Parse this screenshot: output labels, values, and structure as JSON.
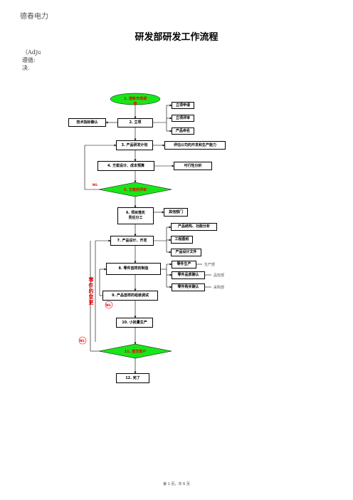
{
  "header": {
    "company": "德春电力"
  },
  "doc": {
    "title": "研发部研发工作流程",
    "note_lines": [
      "（Adju",
      "遵循:",
      "决."
    ],
    "footer": "第 1 页，共 6 页"
  },
  "flow": {
    "n1": "1. 搜新市场调查",
    "n2": "2. 立项",
    "tech": "技术指标确认",
    "r1": "立项申请",
    "r2": "立项评审",
    "r3": "产品命名",
    "n3": "3. 产品研发计划",
    "eval": "评估公司的开发和生产能力",
    "n4": "4. 方案设计、成本预算",
    "feas": "可行性分析",
    "n5": "5. 方案的评审",
    "n6": "6. 项目落实\n责任分工",
    "other": "其他部门",
    "n7": "7. 产品设计、开发",
    "d1": "产品结构、功能分析",
    "d2": "工程图纸",
    "d3": "产品设计文件",
    "n8": "8. 零件首样的制造",
    "p1": "零件生产",
    "p2": "零件品质确认",
    "p3": "零件购买确认",
    "dep1": "生产部",
    "dep2": "品检部",
    "dep3": "采购部",
    "n9": "9. 产品首样的组装调试",
    "n10": "10. 小批量生产",
    "n11": "11. 提交客户",
    "n12": "12. 完了",
    "ng": "NG",
    "side_label": "零件的变更"
  },
  "colors": {
    "green": "#19e619",
    "red": "#ee0000"
  }
}
